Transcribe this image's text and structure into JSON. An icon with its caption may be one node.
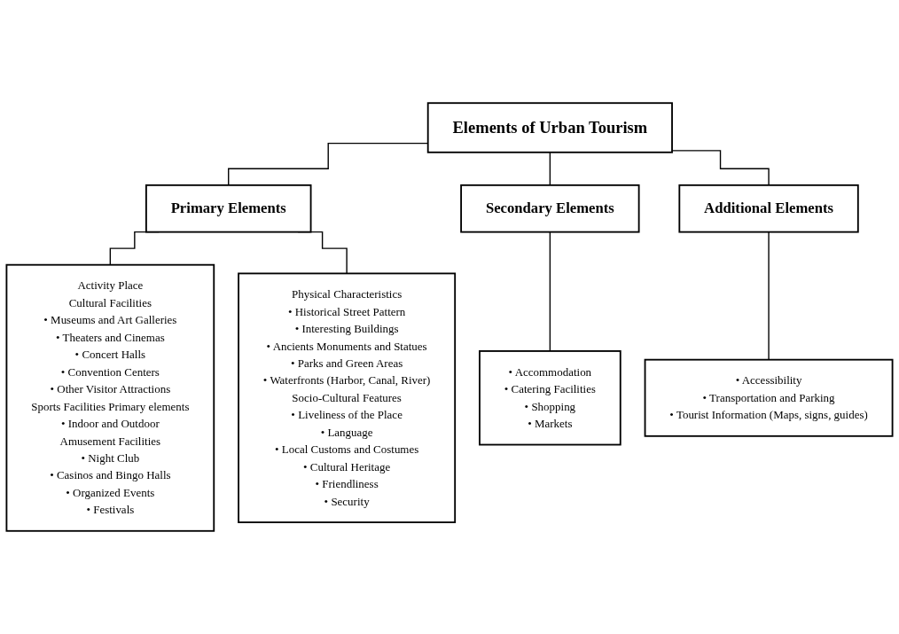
{
  "diagram": {
    "nodes": [
      {
        "text": [
          "Elements of Urban Tourism"
        ]
      },
      {
        "text": [
          "Primary Elements"
        ]
      },
      {
        "text": [
          "Secondary Elements"
        ]
      },
      {
        "text": [
          "Additional Elements"
        ]
      },
      {
        "text": [
          "Activity Place",
          "Cultural Facilities",
          "• Museums and Art Galleries",
          "• Theaters and Cinemas",
          "• Concert Halls",
          "• Convention Centers",
          "• Other Visitor Attractions",
          "Sports Facilities Primary elements",
          "• Indoor and Outdoor",
          "Amusement Facilities",
          "• Night Club",
          "• Casinos and Bingo Halls",
          "• Organized Events",
          "• Festivals"
        ]
      },
      {
        "text": [
          "Physical Characteristics",
          "• Historical Street Pattern",
          "• Interesting Buildings",
          "• Ancients Monuments and Statues",
          "• Parks and Green Areas",
          "• Waterfronts (Harbor, Canal, River)",
          "Socio-Cultural Features",
          "• Liveliness of the Place",
          "• Language",
          "• Local Customs and Costumes",
          "• Cultural Heritage",
          "• Friendliness",
          "• Security"
        ]
      },
      {
        "text": [
          "• Accommodation",
          "• Catering Facilities",
          "• Shopping",
          "• Markets"
        ]
      },
      {
        "text": [
          "• Accessibility",
          "• Transportation and Parking",
          "• Tourist Information (Maps, signs, guides)"
        ]
      }
    ],
    "edges": [
      {
        "from": 0,
        "to": 1,
        "arrow": "none"
      },
      {
        "from": 0,
        "to": 2,
        "arrow": "none"
      },
      {
        "from": 0,
        "to": 3,
        "arrow": "none"
      },
      {
        "from": 1,
        "to": 4,
        "arrow": "none"
      },
      {
        "from": 1,
        "to": 5,
        "arrow": "none"
      },
      {
        "from": 2,
        "to": 6,
        "arrow": "none"
      },
      {
        "from": 3,
        "to": 7,
        "arrow": "none"
      }
    ]
  }
}
